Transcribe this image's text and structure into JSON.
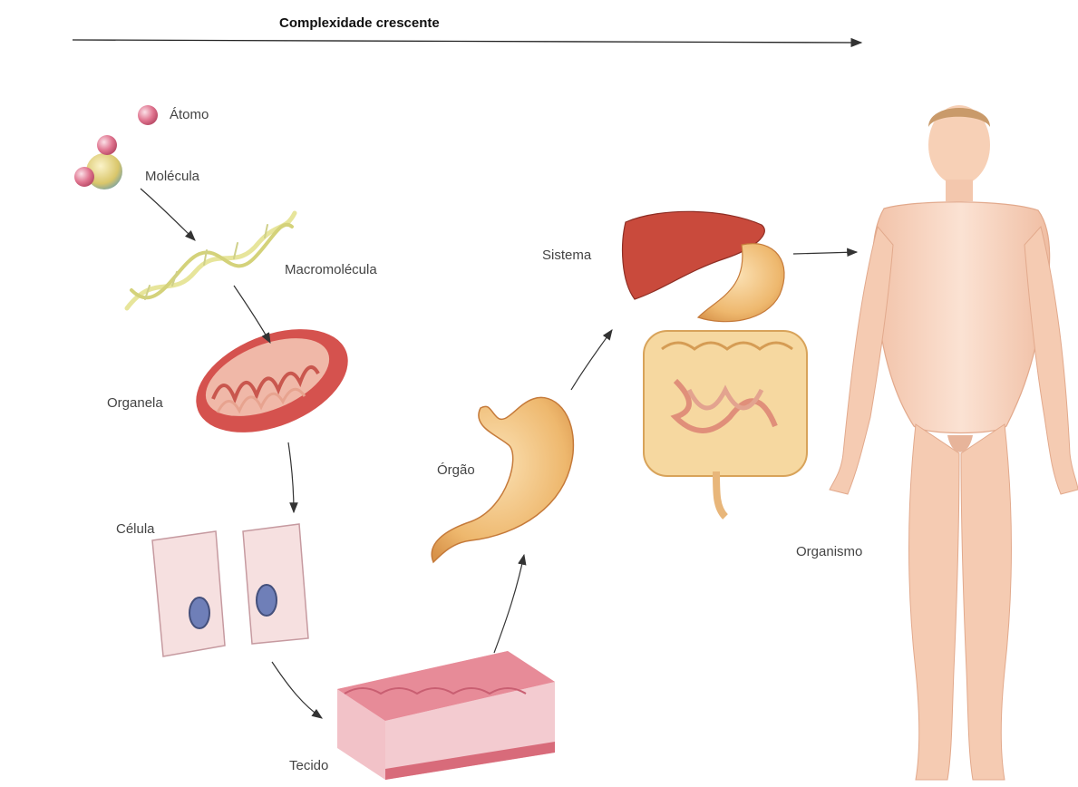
{
  "header": {
    "title": "Complexidade crescente"
  },
  "levels": {
    "atomo": "Átomo",
    "molecula": "Molécula",
    "macromolecula": "Macromolécula",
    "organela": "Organela",
    "celula": "Célula",
    "tecido": "Tecido",
    "orgao": "Órgão",
    "sistema": "Sistema",
    "organismo": "Organismo"
  },
  "colors": {
    "atom": "#d9607a",
    "organelle": "#d9564f",
    "tissue": "#e79aa4",
    "organ": "#f0c27d",
    "liver": "#c94a3c",
    "skin": "#f7d3bd",
    "arrow": "#333333"
  }
}
